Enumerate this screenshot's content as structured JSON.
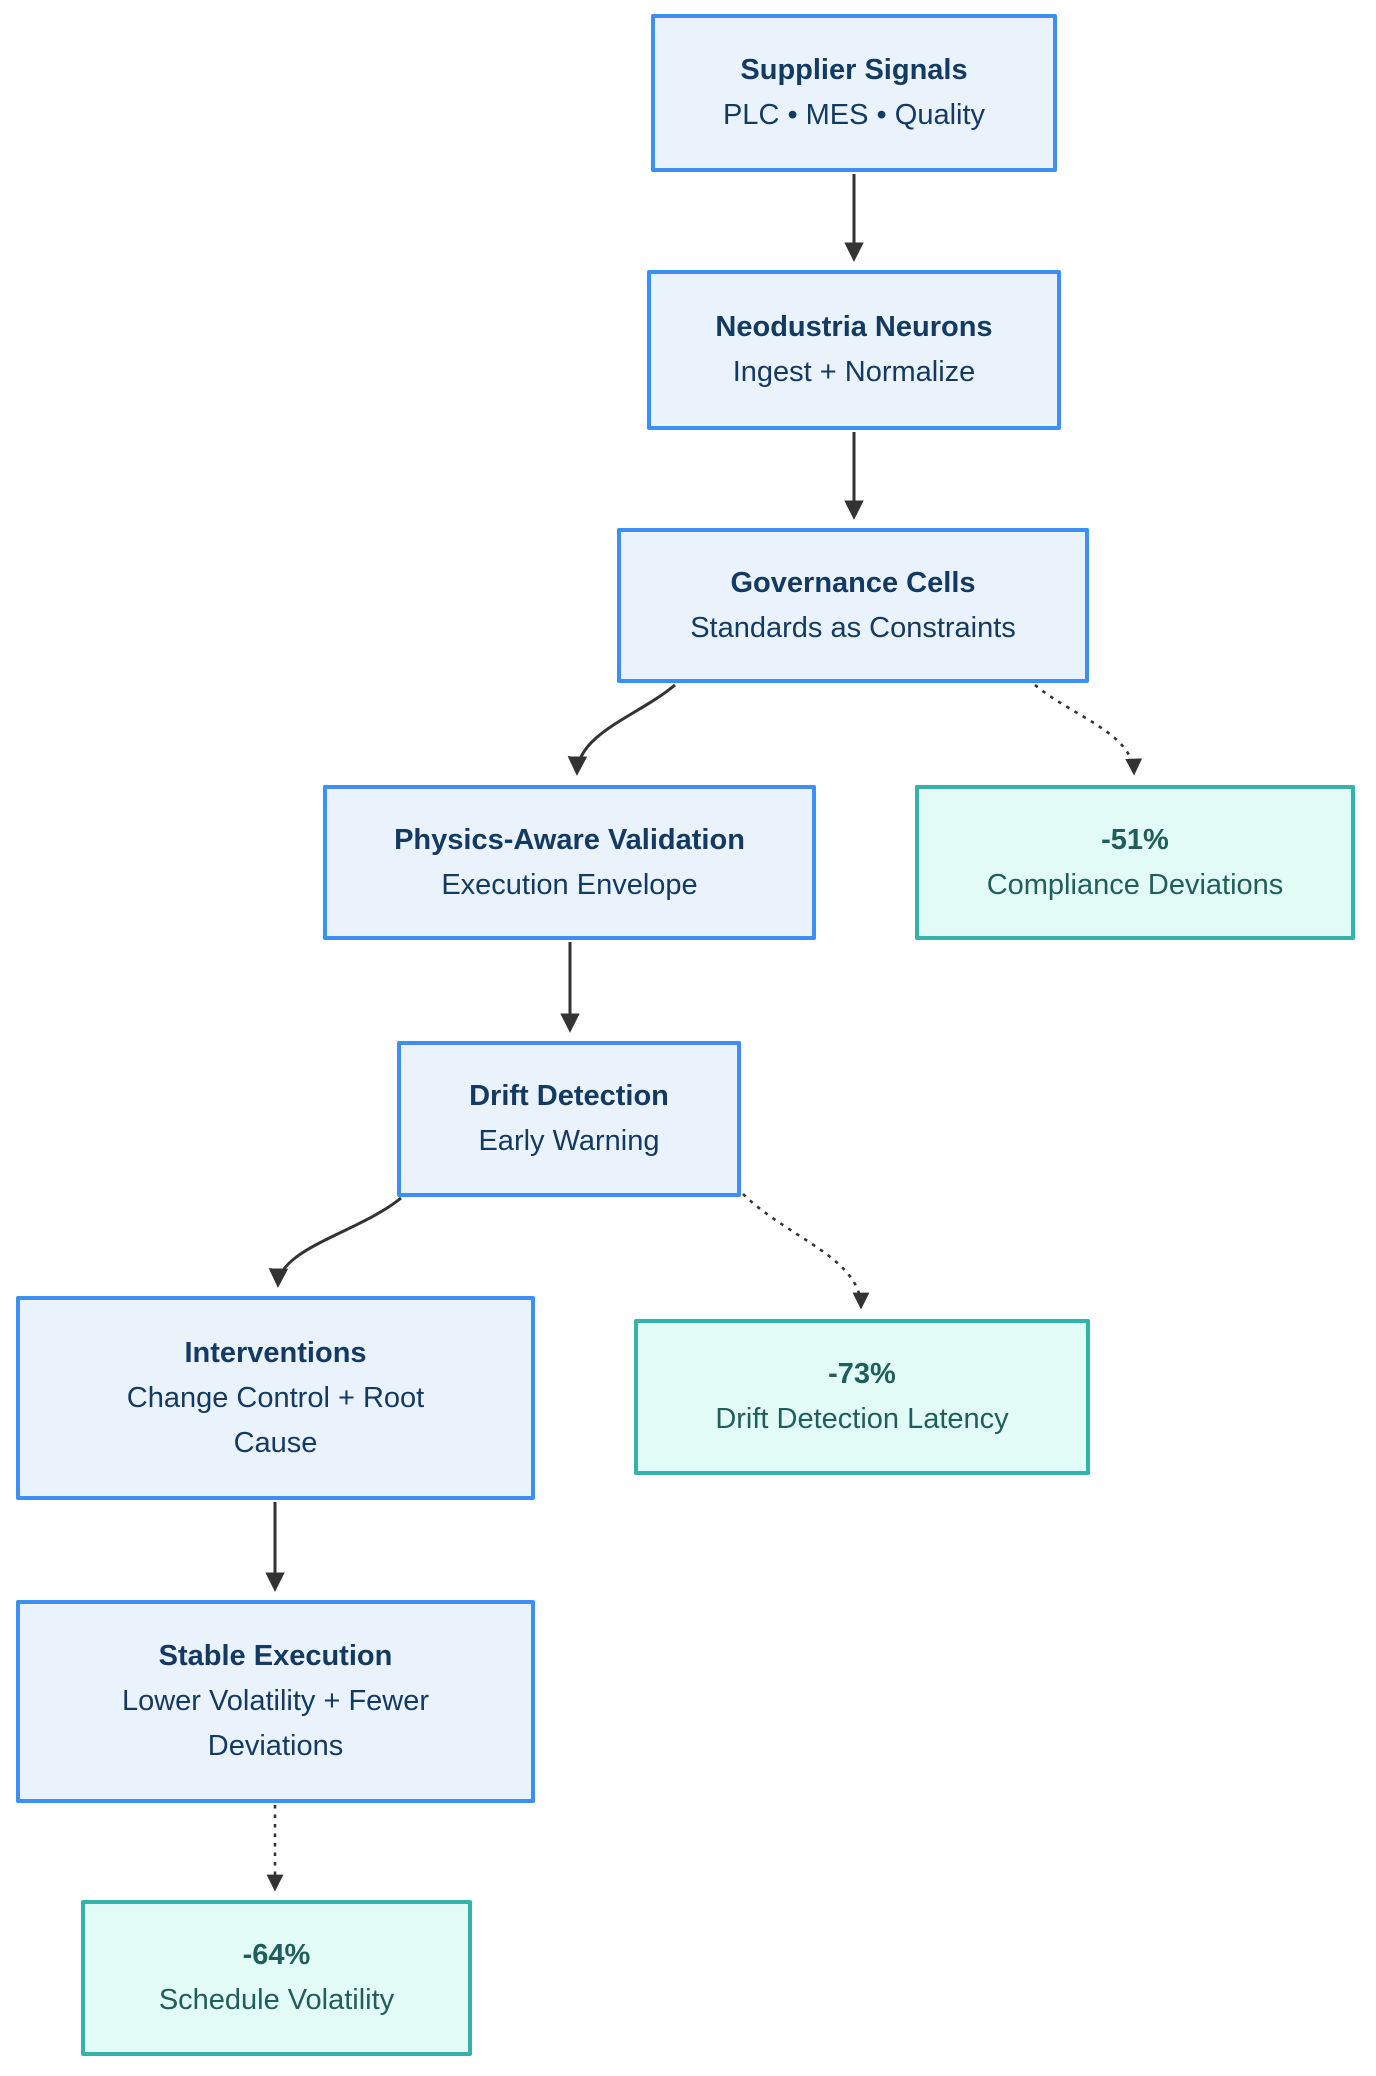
{
  "diagram": {
    "background": "#ffffff",
    "arrow_color": "#333333",
    "styles": {
      "process": {
        "fill": "#EAF2FC",
        "border": "#3E8EF7",
        "text": "#123A63"
      },
      "metric": {
        "fill": "#E3FBF6",
        "border": "#35B2AB",
        "text": "#1E5F5B"
      }
    },
    "nodes": [
      {
        "id": "supplier",
        "type": "process",
        "title": "Supplier Signals",
        "lines": [
          "PLC • MES • Quality"
        ]
      },
      {
        "id": "neurons",
        "type": "process",
        "title": "Neodustria Neurons",
        "lines": [
          "Ingest + Normalize"
        ]
      },
      {
        "id": "governance",
        "type": "process",
        "title": "Governance Cells",
        "lines": [
          "Standards as Constraints"
        ]
      },
      {
        "id": "physics",
        "type": "process",
        "title": "Physics-Aware Validation",
        "lines": [
          "Execution Envelope"
        ]
      },
      {
        "id": "compliance",
        "type": "metric",
        "title": "-51%",
        "lines": [
          "Compliance Deviations"
        ]
      },
      {
        "id": "drift",
        "type": "process",
        "title": "Drift Detection",
        "lines": [
          "Early Warning"
        ]
      },
      {
        "id": "interventions",
        "type": "process",
        "title": "Interventions",
        "lines": [
          "Change Control + Root",
          "Cause"
        ]
      },
      {
        "id": "latency",
        "type": "metric",
        "title": "-73%",
        "lines": [
          "Drift Detection Latency"
        ]
      },
      {
        "id": "stable",
        "type": "process",
        "title": "Stable Execution",
        "lines": [
          "Lower Volatility + Fewer",
          "Deviations"
        ]
      },
      {
        "id": "volatility",
        "type": "metric",
        "title": "-64%",
        "lines": [
          "Schedule Volatility"
        ]
      }
    ],
    "edges": [
      {
        "from": "supplier",
        "to": "neurons",
        "style": "solid"
      },
      {
        "from": "neurons",
        "to": "governance",
        "style": "solid"
      },
      {
        "from": "governance",
        "to": "physics",
        "style": "solid"
      },
      {
        "from": "governance",
        "to": "compliance",
        "style": "dotted"
      },
      {
        "from": "physics",
        "to": "drift",
        "style": "solid"
      },
      {
        "from": "drift",
        "to": "interventions",
        "style": "solid"
      },
      {
        "from": "drift",
        "to": "latency",
        "style": "dotted"
      },
      {
        "from": "interventions",
        "to": "stable",
        "style": "solid"
      },
      {
        "from": "stable",
        "to": "volatility",
        "style": "dotted"
      }
    ]
  }
}
